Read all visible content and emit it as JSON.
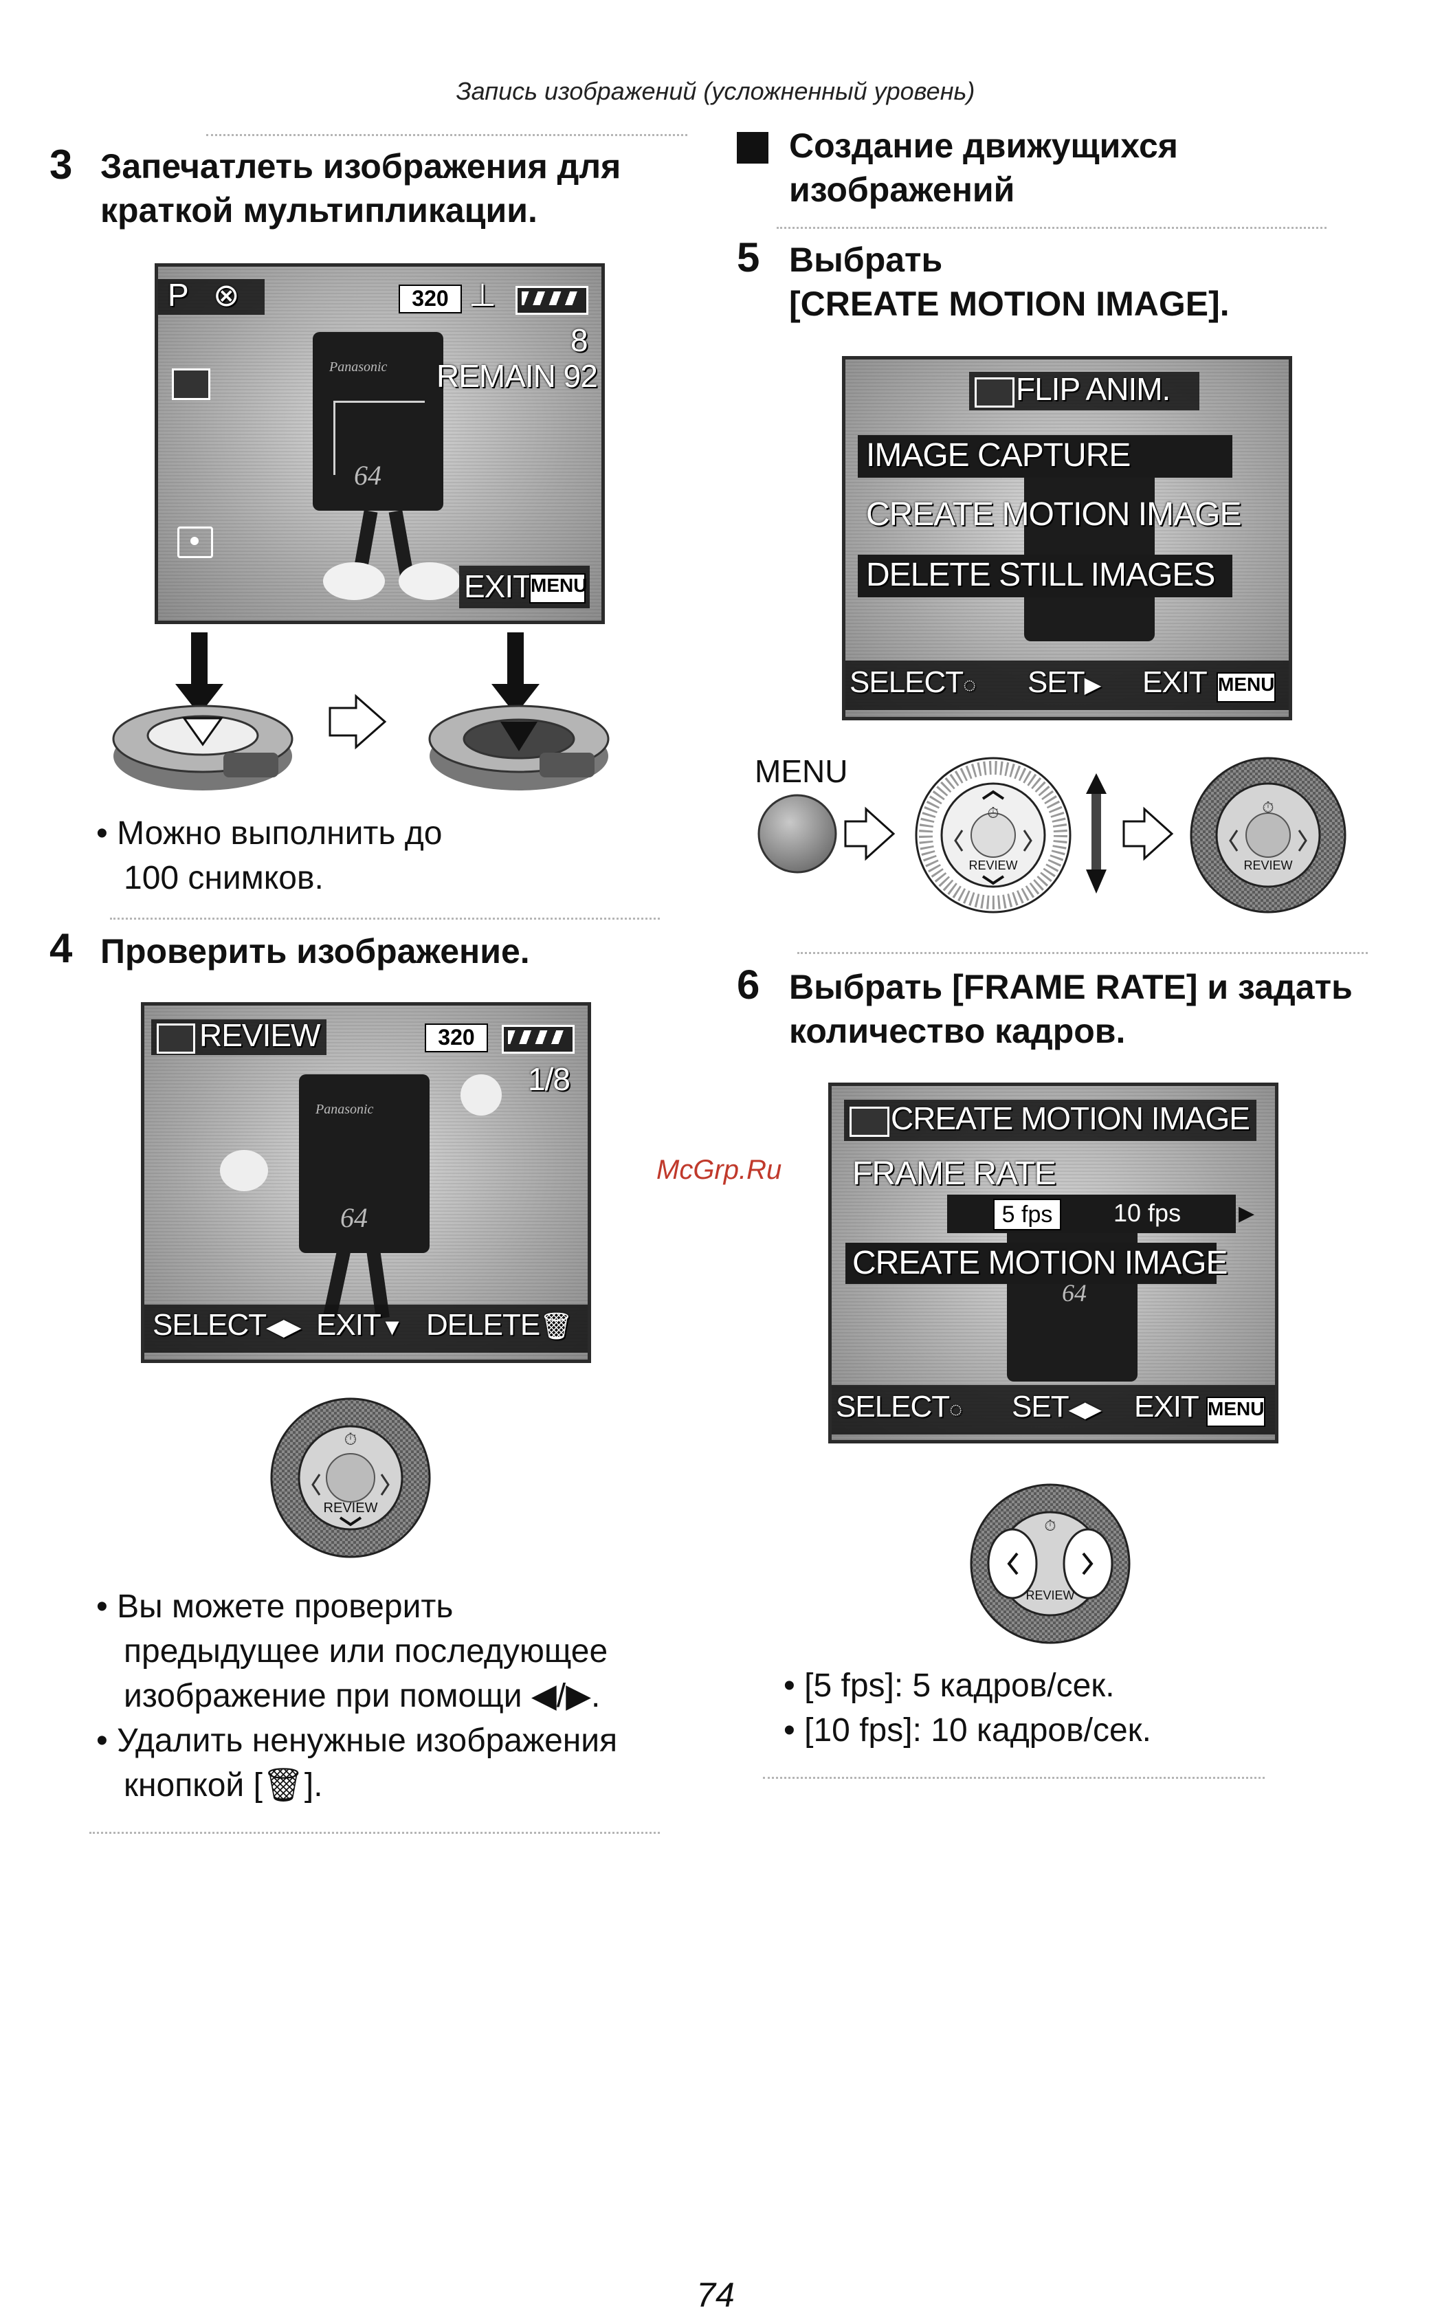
{
  "header": {
    "title": "Запись изображений (усложненный уровень)"
  },
  "watermark": "McGrp.Ru",
  "page_number": "74",
  "left": {
    "step3": {
      "num": "3",
      "line1": "Запечатлеть изображения для",
      "line2": "краткой мультипликации.",
      "screen": {
        "mode": "P",
        "resolution": "320",
        "count": "8",
        "remain": "REMAIN 92",
        "exit": "EXIT",
        "menu_tag": "MENU",
        "card_brand": "Panasonic",
        "card_size": "64"
      },
      "bullet": {
        "line1": "• Можно выполнить до",
        "line2": "100 снимков."
      }
    },
    "step4": {
      "num": "4",
      "line1": "Проверить изображение.",
      "screen": {
        "title": "REVIEW",
        "resolution": "320",
        "frame": "1/8",
        "select": "SELECT",
        "exit": "EXIT",
        "delete": "DELETE",
        "card_brand": "Panasonic",
        "card_size": "64"
      },
      "dial_label": "REVIEW",
      "bullets": {
        "b1_line1": "• Вы можете проверить",
        "b1_line2": "предыдущее или последующее",
        "b1_line3": "изображение при помощи ◀/▶.",
        "b2_line1": "• Удалить ненужные изображения",
        "b2_line2": "кнопкой [🗑]."
      }
    }
  },
  "right": {
    "section": {
      "line1": "Создание движущихся",
      "line2": "изображений"
    },
    "step5": {
      "num": "5",
      "line1": "Выбрать",
      "line2": "[CREATE MOTION IMAGE].",
      "screen": {
        "title": "FLIP ANIM.",
        "items": [
          "IMAGE CAPTURE",
          "CREATE MOTION IMAGE",
          "DELETE STILL IMAGES"
        ],
        "select": "SELECT",
        "set": "SET",
        "exit": "EXIT",
        "menu_tag": "MENU"
      },
      "menu_label": "MENU",
      "dial_label": "REVIEW"
    },
    "step6": {
      "num": "6",
      "line1": "Выбрать [FRAME RATE] и задать",
      "line2": "количество кадров.",
      "screen": {
        "title": "CREATE MOTION IMAGE",
        "frame_rate": "FRAME RATE",
        "opt1": "5 fps",
        "opt2": "10 fps",
        "create": "CREATE MOTION IMAGE",
        "select": "SELECT",
        "set": "SET",
        "exit": "EXIT",
        "menu_tag": "MENU",
        "card_size": "64"
      },
      "dial_label": "REVIEW",
      "bullets": {
        "b1": "• [5 fps]: 5 кадров/сек.",
        "b2": "• [10 fps]: 10 кадров/сек."
      }
    }
  }
}
